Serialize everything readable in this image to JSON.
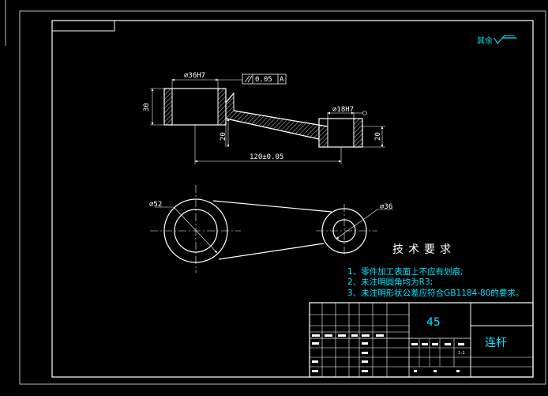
{
  "drawing": {
    "dimensions": {
      "bore_left": "⌀36H7",
      "tolerance_box": "0.05",
      "datum": "A",
      "height_30": "30",
      "bore_right": "⌀18H7",
      "height_20_mid": "20",
      "height_20_right": "20",
      "center_distance": "120±0.05",
      "dia_52": "⌀52",
      "dia_36": "⌀36"
    },
    "roughness_label": "其余",
    "technical_requirements": {
      "title": "技术要求",
      "items": [
        "1、零件加工表面上不应有划痕;",
        "2、未注明圆角均为R3;",
        "3、未注明形状公差应符合GB1184-80的要求。"
      ]
    },
    "title_block": {
      "material": "45",
      "part_name": "连杆",
      "scale": "1:1"
    }
  },
  "colors": {
    "outline": "#ffffff",
    "frame": "#d8d8d8",
    "text_cyan": "#00e6ff",
    "block_lines": "#ffffff"
  }
}
